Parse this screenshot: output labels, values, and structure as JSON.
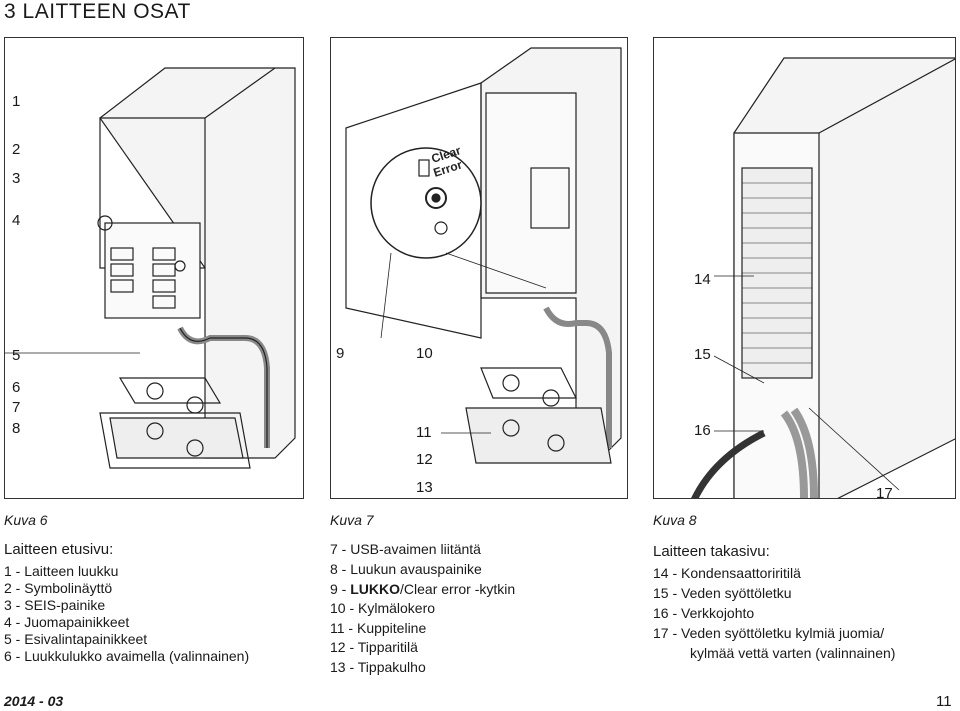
{
  "heading": "3 LAITTEEN OSAT",
  "fig6": {
    "numbers": [
      "1",
      "2",
      "3",
      "4",
      "5",
      "6",
      "7",
      "8"
    ],
    "caption": "Kuva 6",
    "title": "Laitteen etusivu:",
    "items": [
      "1  -  Laitteen luukku",
      "2  -  Symbolinäyttö",
      "3  -  SEIS-painike",
      "4  -  Juomapainikkeet",
      "5  -  Esivalintapainikkeet",
      "6  -  Luukkulukko avaimella (valinnainen)"
    ]
  },
  "fig7": {
    "numbers": [
      "9",
      "10",
      "11",
      "12",
      "13"
    ],
    "panel_text": [
      "Clear",
      "Error"
    ],
    "caption": "Kuva 7",
    "items": [
      "7  -  USB-avaimen liitäntä",
      "8  -  Luukun avauspainike",
      "10 -  Kylmälokero",
      "11 -  Kuppiteline",
      "12 -  Tipparitilä",
      "13 -  Tippakulho"
    ],
    "item9_prefix": "9  -  ",
    "item9_bold": "LUKKO",
    "item9_rest": "/Clear error -kytkin"
  },
  "fig8": {
    "numbers": [
      "14",
      "15",
      "16",
      "17"
    ],
    "caption": "Kuva 8",
    "title": "Laitteen takasivu:",
    "items": [
      "14 -  Kondensaattoriritilä",
      "15 -  Veden syöttöletku",
      "16 -  Verkkojohto",
      "17 -  Veden syöttöletku kylmiä juomia/"
    ],
    "item17_cont": "kylmää vettä varten (valinnainen)"
  },
  "footer": {
    "date": "2014 - 03",
    "page": "11"
  }
}
